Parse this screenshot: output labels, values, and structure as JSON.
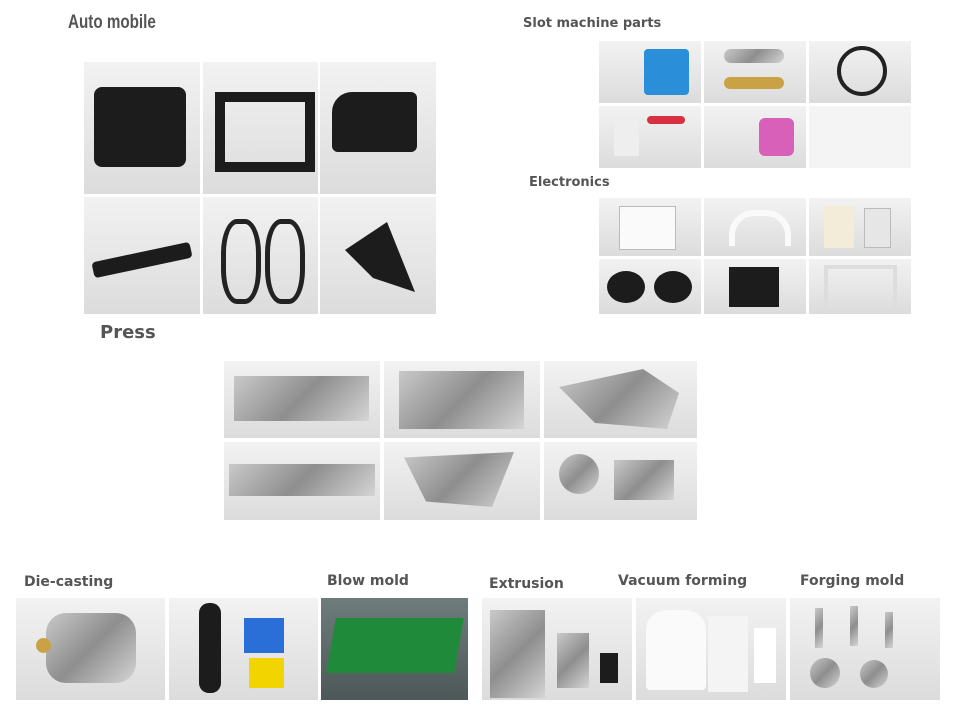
{
  "sections": {
    "auto_mobile": "Auto mobile",
    "slot_machine_parts": "Slot machine parts",
    "electronics": "Electronics",
    "press": "Press",
    "die_casting": "Die-casting",
    "blow_mold": "Blow mold",
    "extrusion": "Extrusion",
    "vacuum_forming": "Vacuum forming",
    "forging_mold": "Forging mold"
  },
  "colors": {
    "heading": "#555555",
    "blow_mold_green": "#1f8a3a",
    "slot_blue": "#2a8fd8"
  }
}
